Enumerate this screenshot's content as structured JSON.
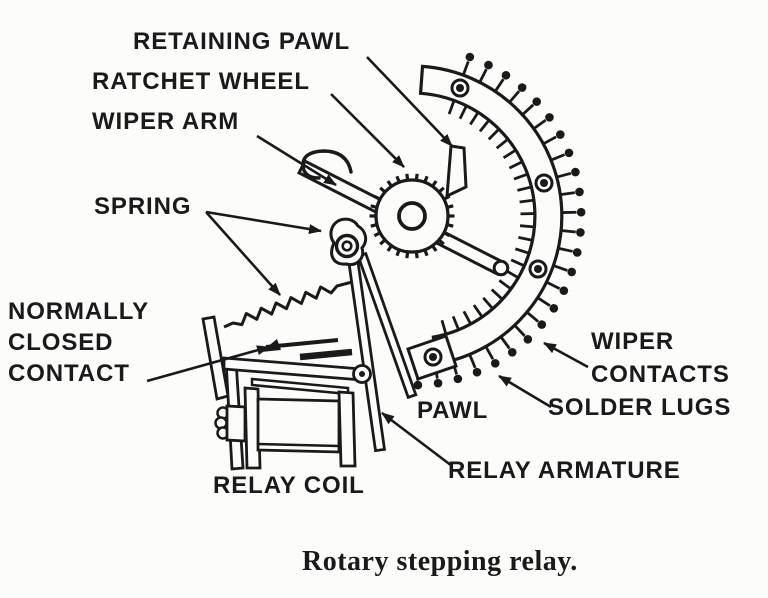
{
  "figure": {
    "caption": "Rotary stepping relay.",
    "labels": {
      "retaining_pawl": "RETAINING PAWL",
      "ratchet_wheel": "RATCHET WHEEL",
      "wiper_arm": "WIPER ARM",
      "spring": "SPRING",
      "normally_closed_1": "NORMALLY",
      "normally_closed_2": "CLOSED",
      "normally_closed_3": "CONTACT",
      "pawl": "PAWL",
      "relay_coil": "RELAY COIL",
      "relay_armature": "RELAY ARMATURE",
      "wiper_contacts_1": "WIPER",
      "wiper_contacts_2": "CONTACTS",
      "solder_lugs": "SOLDER LUGS"
    },
    "colors": {
      "ink": "#1a1a1a",
      "paper": "#fcfcfb"
    }
  }
}
